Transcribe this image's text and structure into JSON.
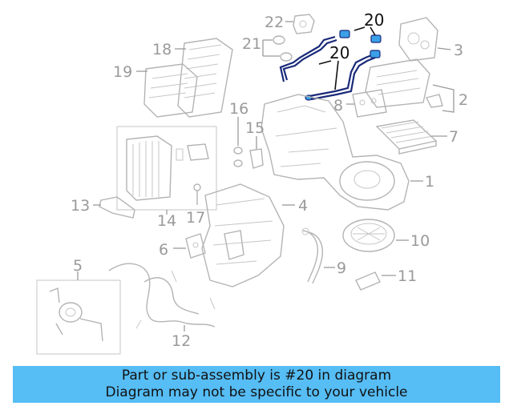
{
  "diagram": {
    "callouts": {
      "c1": "1",
      "c2": "2",
      "c3": "3",
      "c4": "4",
      "c5": "5",
      "c6": "6",
      "c7": "7",
      "c8": "8",
      "c9": "9",
      "c10": "10",
      "c11": "11",
      "c12": "12",
      "c13": "13",
      "c14": "14",
      "c15": "15",
      "c16": "16",
      "c17": "17",
      "c18": "18",
      "c19": "19",
      "c20a": "20",
      "c20b": "20",
      "c21": "21",
      "c22": "22"
    },
    "highlight_color": "#3aa0e8"
  },
  "banner": {
    "line1": "Part or sub-assembly is #20 in diagram",
    "line2": "Diagram may not be specific to your vehicle",
    "color": "#56bdf5"
  }
}
